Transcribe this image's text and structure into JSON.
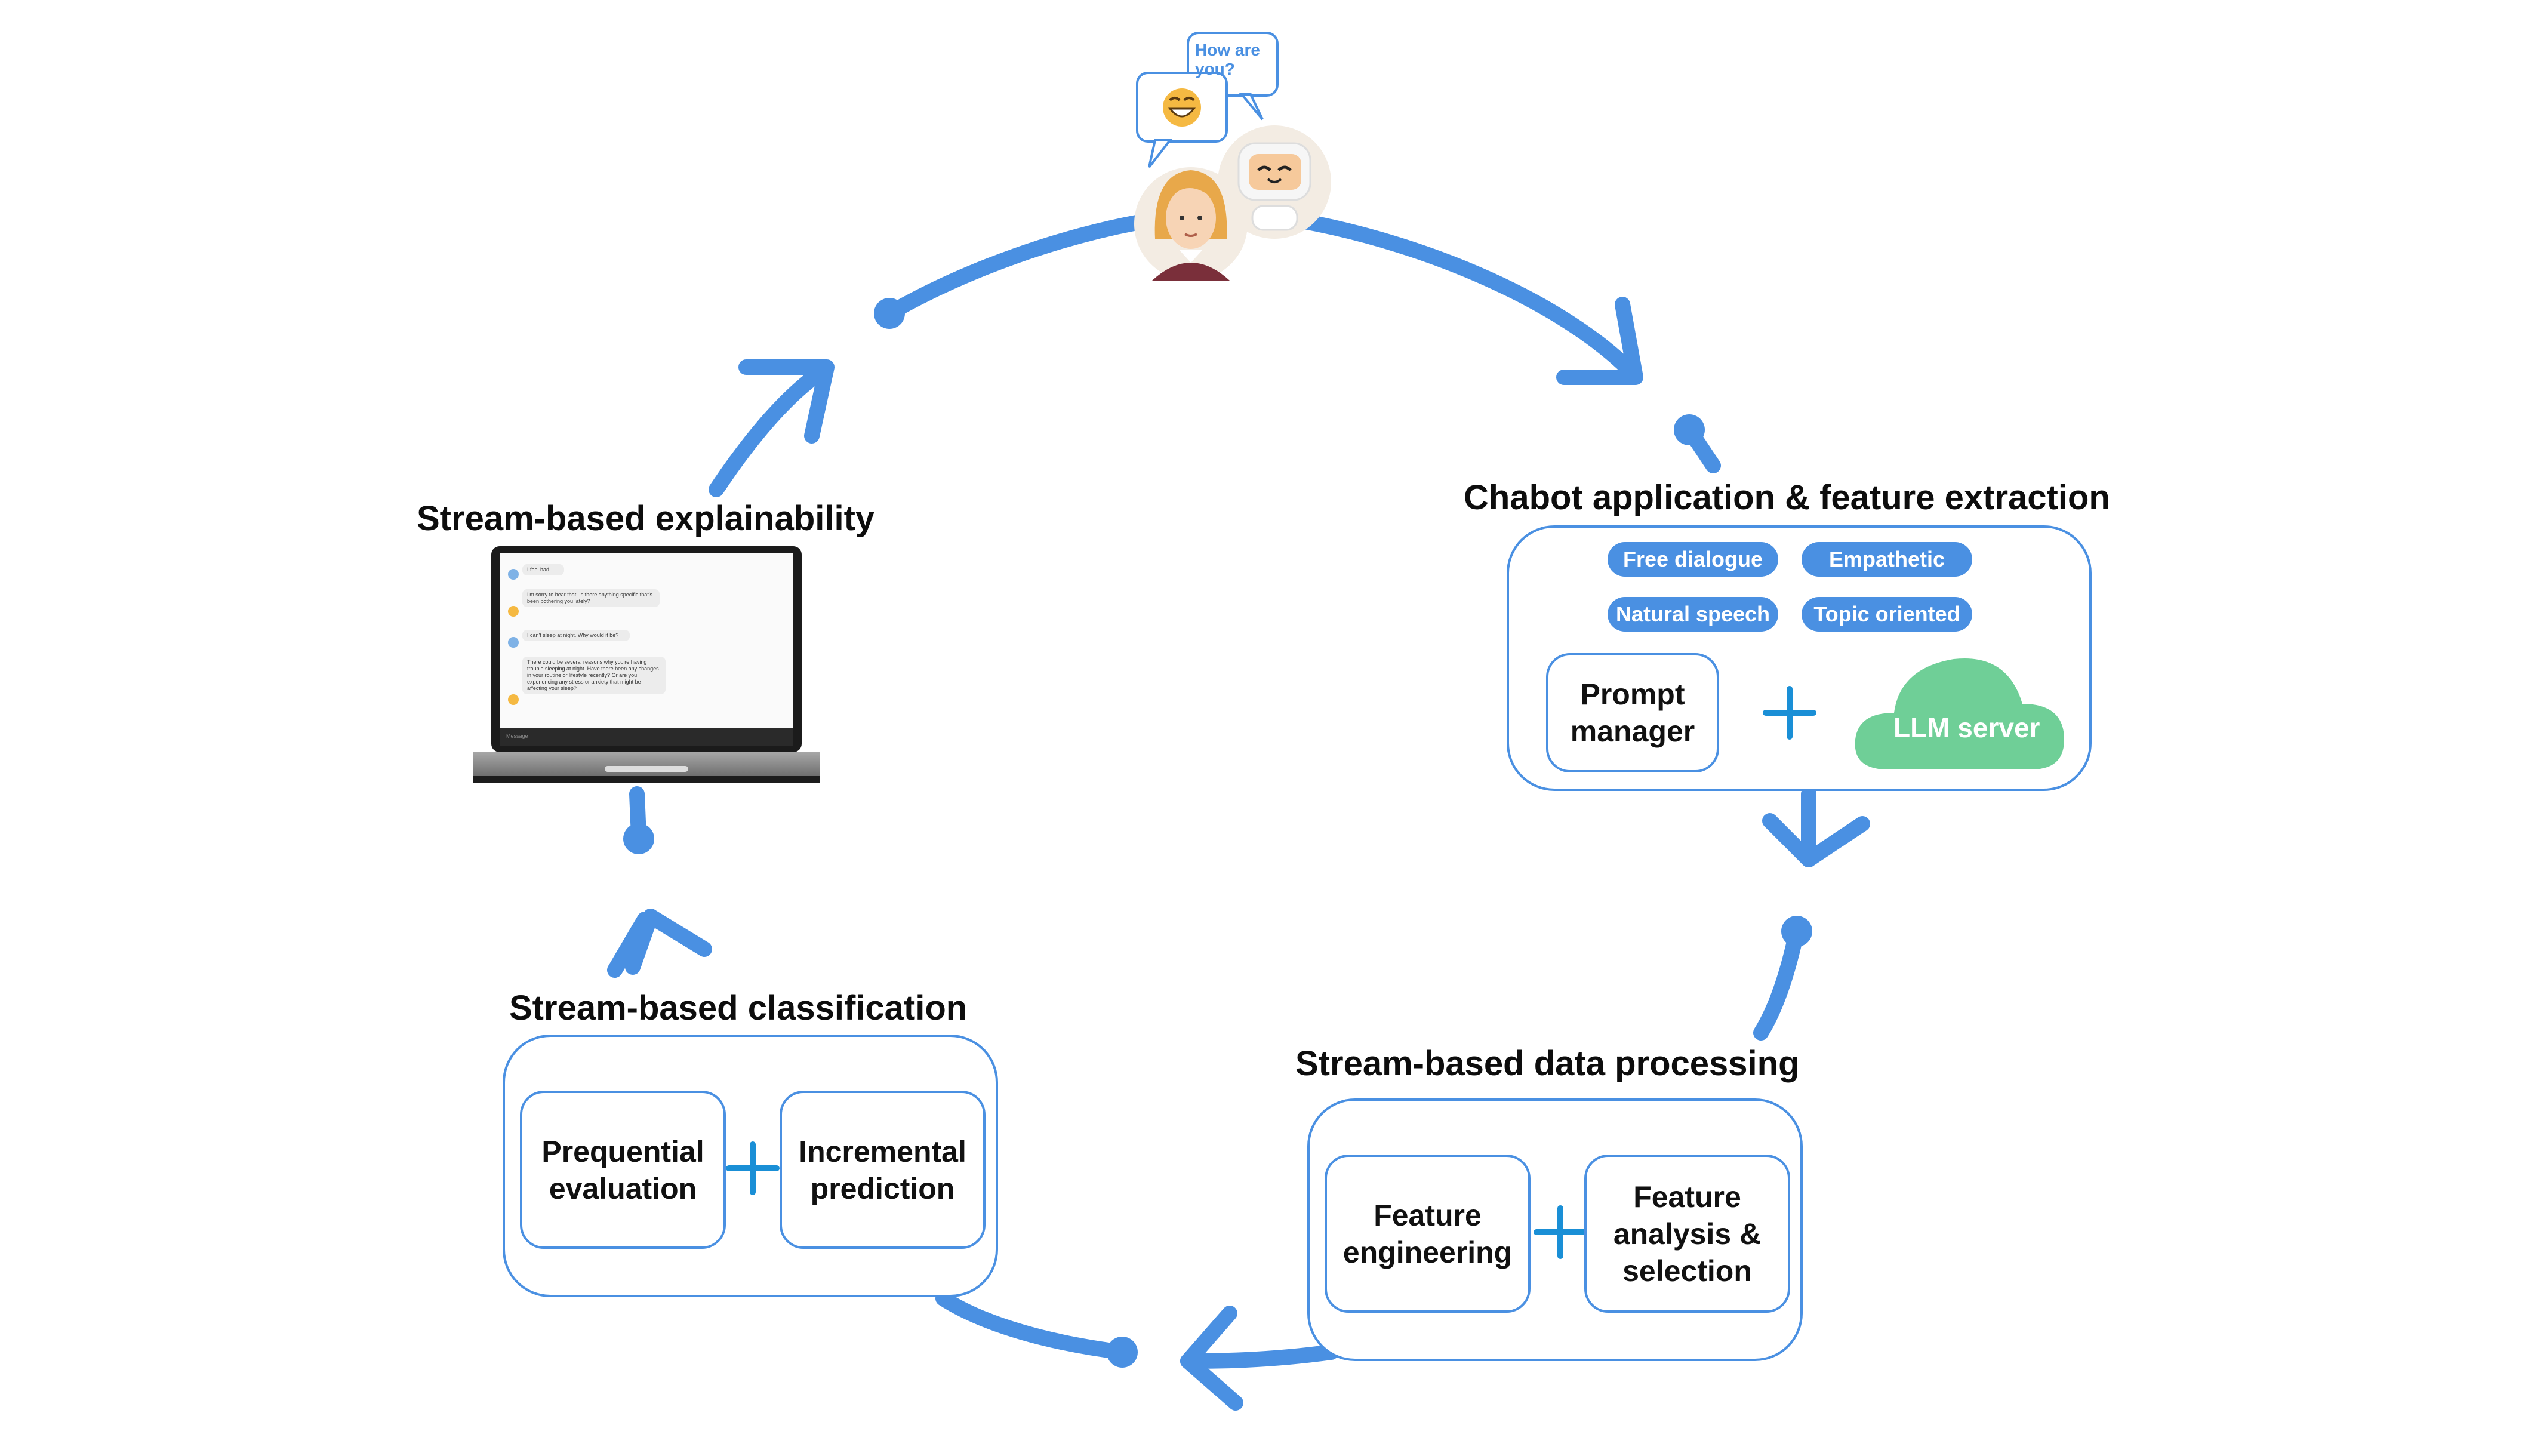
{
  "sections": {
    "chatbot": {
      "title": "Chabot application & feature extraction",
      "tags": [
        "Free dialogue",
        "Empathetic",
        "Natural speech",
        "Topic oriented"
      ],
      "prompt_manager": [
        "Prompt",
        "manager"
      ],
      "llm_server": "LLM server"
    },
    "data_processing": {
      "title": "Stream-based data processing",
      "box1": [
        "Feature",
        "engineering"
      ],
      "box2": [
        "Feature",
        "analysis &",
        "selection"
      ]
    },
    "classification": {
      "title": "Stream-based classification",
      "box1": [
        "Prequential",
        "evaluation"
      ],
      "box2": [
        "Incremental",
        "prediction"
      ]
    },
    "explainability": {
      "title": "Stream-based explainability",
      "chat_messages": [
        "I feel bad",
        "I'm sorry to hear that. Is there anything specific that's been bothering you lately?",
        "I can't sleep at night. Why would it be?",
        "There could be several reasons why you're having trouble sleeping at night. Have there been any changes in your routine or lifestyle recently? Or are you experiencing any stress or anxiety that might be affecting your sleep?"
      ],
      "input_placeholder": "Message"
    },
    "conversation": {
      "bubble_text": "How are you?"
    }
  },
  "colors": {
    "accent": "#4a90e2",
    "cloud": "#6fcf97",
    "plus": "#1a8fd6"
  }
}
